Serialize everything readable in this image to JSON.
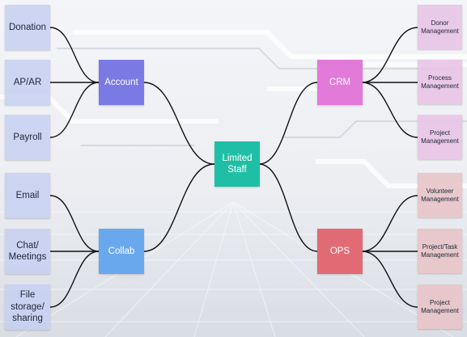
{
  "colors": {
    "account": "#7b79e4",
    "collab": "#6aa8ee",
    "crm": "#e27ad9",
    "ops": "#e06b75",
    "center": "#1fbfa6",
    "left_leaf": "#c4cef2",
    "crm_leaf": "#e8c4e6",
    "ops_leaf": "#e8c4c8",
    "connector": "#111111"
  },
  "center": {
    "label": "Limited\nStaff"
  },
  "hubs": {
    "account": "Account",
    "collab": "Collab",
    "crm": "CRM",
    "ops": "OPS"
  },
  "account_items": [
    "Donation",
    "AP/AR",
    "Payroll"
  ],
  "collab_items": [
    "Email",
    "Chat/\nMeetings",
    "File\nstorage/\nsharing"
  ],
  "crm_items": [
    "Donor\nManagement",
    "Process\nManagement",
    "Project\nManagement"
  ],
  "ops_items": [
    "Volunteer\nManagement",
    "Project/Task\nManagement",
    "Project\nManagement"
  ]
}
